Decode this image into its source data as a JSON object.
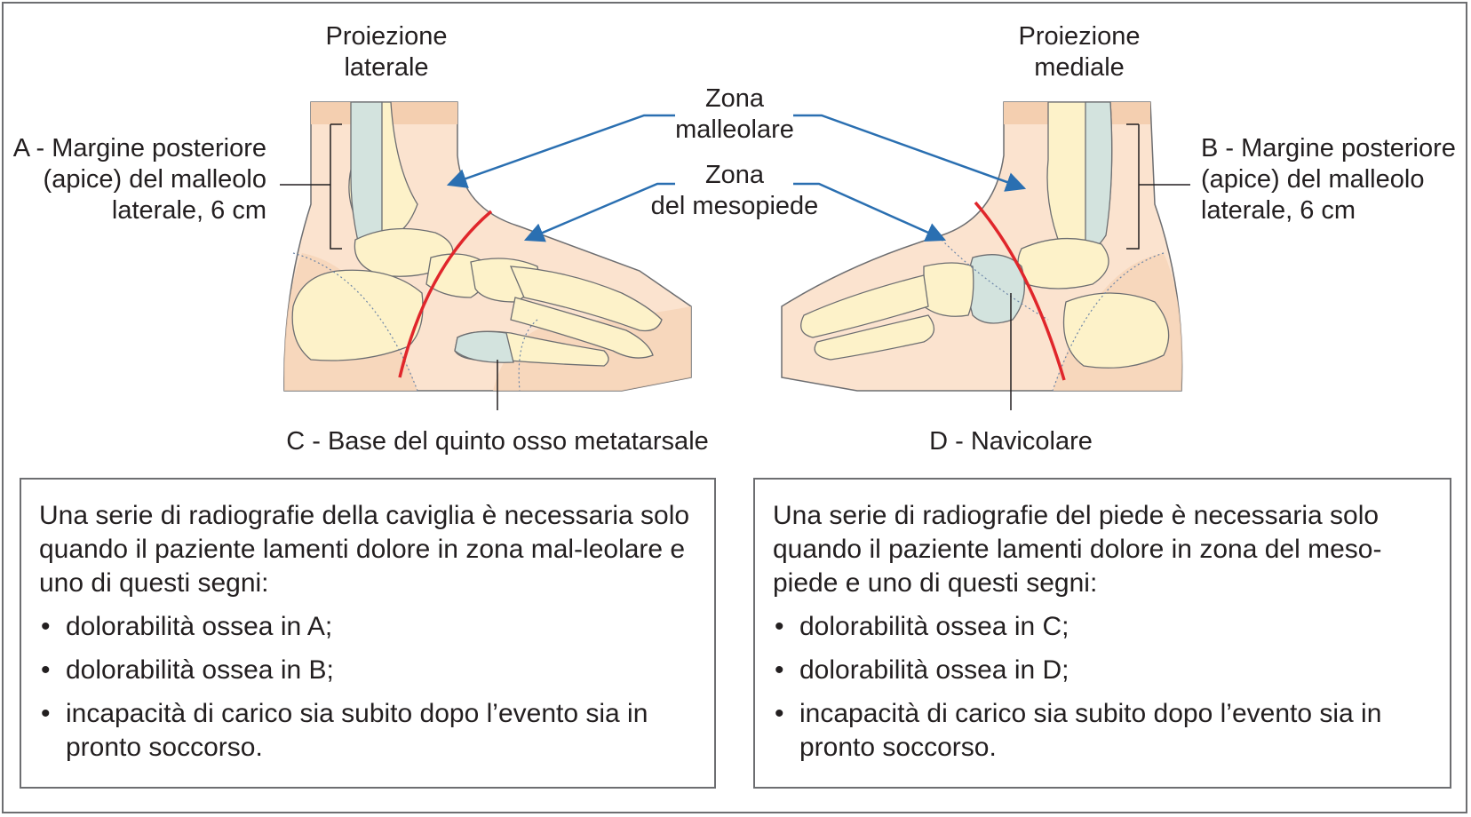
{
  "labels": {
    "proj_lateral": [
      "Proiezione",
      "laterale"
    ],
    "proj_medial": [
      "Proiezione",
      "mediale"
    ],
    "zone_malleolar": [
      "Zona",
      "malleolare"
    ],
    "zone_midfoot": [
      "Zona",
      "del mesopiede"
    ],
    "point_a": [
      "A - Margine posteriore",
      "(apice) del malleolo",
      "laterale, 6 cm"
    ],
    "point_b": [
      "B - Margine posteriore",
      "(apice) del malleolo",
      "laterale, 6 cm"
    ],
    "point_c": "C - Base del quinto osso metatarsale",
    "point_d": "D - Navicolare"
  },
  "boxes": {
    "ankle": {
      "intro": "Una serie di radiografie della caviglia è necessaria solo quando il paziente lamenti dolore in zona mal-leolare e uno di questi segni:",
      "items": [
        "dolorabilità ossea in A;",
        "dolorabilità ossea in B;",
        "incapacità di carico sia subito dopo l’evento sia in pronto soccorso."
      ]
    },
    "foot": {
      "intro": "Una serie di radiografie del piede è necessaria solo quando il paziente lamenti dolore in zona del meso-piede e uno di questi segni:",
      "items": [
        "dolorabilità ossea in C;",
        "dolorabilità ossea in D;",
        "incapacità di carico sia subito dopo l’evento sia in pronto soccorso."
      ]
    }
  },
  "colors": {
    "skin": "#fbe3cf",
    "skin_dark": "#f6d3b6",
    "bone": "#fdf2c9",
    "highlight_bone": "#d3e3de",
    "arrow": "#2a6fb1",
    "zone_line": "#e0262b",
    "outline": "#6d6e71"
  }
}
